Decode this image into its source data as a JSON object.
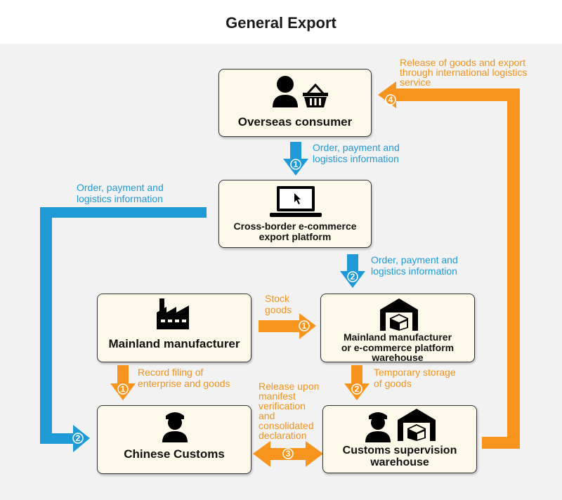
{
  "title": "General Export",
  "colors": {
    "blue": "#1e9ad6",
    "orange": "#f7941d",
    "box_fill": "#fdf9ea",
    "background": "#f2f2f2"
  },
  "nodes": {
    "overseas_consumer": {
      "label": "Overseas consumer",
      "icons": [
        "person-icon",
        "shopping-basket-icon"
      ]
    },
    "platform": {
      "label_line1": "Cross-border e-commerce",
      "label_line2": "export platform",
      "icons": [
        "laptop-icon"
      ]
    },
    "manufacturer": {
      "label": "Mainland manufacturer",
      "icons": [
        "factory-icon"
      ]
    },
    "warehouse": {
      "label_line1": "Mainland manufacturer",
      "label_line2": "or e-commerce platform",
      "label_line3": "warehouse",
      "icons": [
        "warehouse-icon"
      ]
    },
    "customs": {
      "label": "Chinese Customs",
      "icons": [
        "customs-officer-icon"
      ]
    },
    "supervision": {
      "label_line1": "Customs supervision",
      "label_line2": "warehouse",
      "icons": [
        "customs-officer-icon",
        "warehouse-icon"
      ]
    }
  },
  "flows": {
    "blue_1": {
      "step": "1",
      "line1": "Order, payment and",
      "line2": "logistics information"
    },
    "blue_2_down": {
      "step": "2",
      "line1": "Order, payment and",
      "line2": "logistics information"
    },
    "blue_2_left": {
      "step": "2",
      "line1": "Order, payment and",
      "line2": "logistics information"
    },
    "orange_stock": {
      "step": "1",
      "line1": "Stock",
      "line2": "goods"
    },
    "orange_record": {
      "step": "1",
      "line1": "Record filing of",
      "line2": "enterprise and goods"
    },
    "orange_temp": {
      "step": "2",
      "line1": "Temporary storage",
      "line2": "of goods"
    },
    "orange_release": {
      "step": "3",
      "line1": "Release upon",
      "line2": "manifest",
      "line3": "verification",
      "line4": "and",
      "line5": "consolidated",
      "line6": "declaration"
    },
    "orange_export": {
      "step": "4",
      "line1": "Release of goods and export",
      "line2": "through international logistics",
      "line3": "service"
    }
  }
}
